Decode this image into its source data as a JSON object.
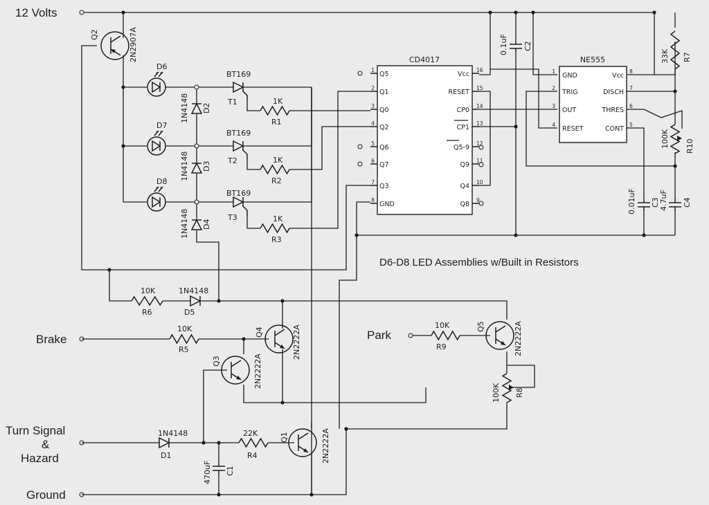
{
  "inputs": {
    "v12": "12 Volts",
    "brake": "Brake",
    "turn": [
      "Turn Signal",
      "&",
      "Hazard"
    ],
    "ground": "Ground",
    "park": "Park"
  },
  "note": "D6-D8 LED Assemblies w/Built in Resistors",
  "cd4017": {
    "name": "CD4017",
    "left_pins": [
      {
        "num": "1",
        "name": "Q5"
      },
      {
        "num": "2",
        "name": "Q1"
      },
      {
        "num": "3",
        "name": "Q0"
      },
      {
        "num": "4",
        "name": "Q2"
      },
      {
        "num": "5",
        "name": "Q6"
      },
      {
        "num": "6",
        "name": "Q7"
      },
      {
        "num": "7",
        "name": "Q3"
      },
      {
        "num": "8",
        "name": "GND"
      }
    ],
    "right_pins": [
      {
        "num": "16",
        "name": "Vcc"
      },
      {
        "num": "15",
        "name": "RESET"
      },
      {
        "num": "14",
        "name": "CP0"
      },
      {
        "num": "13",
        "name": "CP1"
      },
      {
        "num": "12",
        "name": "Q5-9"
      },
      {
        "num": "11",
        "name": "Q9"
      },
      {
        "num": "10",
        "name": "Q4"
      },
      {
        "num": "9",
        "name": "Q8"
      }
    ]
  },
  "ne555": {
    "name": "NE555",
    "left_pins": [
      {
        "num": "1",
        "name": "GND"
      },
      {
        "num": "2",
        "name": "TRIG"
      },
      {
        "num": "3",
        "name": "OUT"
      },
      {
        "num": "4",
        "name": "RESET"
      }
    ],
    "right_pins": [
      {
        "num": "8",
        "name": "Vcc"
      },
      {
        "num": "7",
        "name": "DISCH"
      },
      {
        "num": "6",
        "name": "THRES"
      },
      {
        "num": "5",
        "name": "CONT"
      }
    ]
  },
  "components": {
    "q2": {
      "ref": "Q2",
      "val": "2N2907A"
    },
    "q1": {
      "ref": "Q1",
      "val": "2N2222A"
    },
    "q3": {
      "ref": "Q3",
      "val": "2N2222A"
    },
    "q4": {
      "ref": "Q4",
      "val": "2N2222A"
    },
    "q5": {
      "ref": "Q5",
      "val": "2N2222A"
    },
    "d1": {
      "ref": "D1",
      "val": "1N4148"
    },
    "d2": {
      "ref": "D2",
      "val": "1N4148"
    },
    "d3": {
      "ref": "D3",
      "val": "1N4148"
    },
    "d4": {
      "ref": "D4",
      "val": "1N4148"
    },
    "d5": {
      "ref": "D5",
      "val": "1N4148"
    },
    "d6": {
      "ref": "D6"
    },
    "d7": {
      "ref": "D7"
    },
    "d8": {
      "ref": "D8"
    },
    "t1": {
      "ref": "T1",
      "val": "BT169"
    },
    "t2": {
      "ref": "T2",
      "val": "BT169"
    },
    "t3": {
      "ref": "T3",
      "val": "BT169"
    },
    "r1": {
      "ref": "R1",
      "val": "1K"
    },
    "r2": {
      "ref": "R2",
      "val": "1K"
    },
    "r3": {
      "ref": "R3",
      "val": "1K"
    },
    "r4": {
      "ref": "R4",
      "val": "22K"
    },
    "r5": {
      "ref": "R5",
      "val": "10K"
    },
    "r6": {
      "ref": "R6",
      "val": "10K"
    },
    "r7": {
      "ref": "R7",
      "val": "33K"
    },
    "r8": {
      "ref": "R8",
      "val": "100K"
    },
    "r9": {
      "ref": "R9",
      "val": "10K"
    },
    "r10": {
      "ref": "R10",
      "val": "100K"
    },
    "c1": {
      "ref": "C1",
      "val": "470uF"
    },
    "c2": {
      "ref": "C2",
      "val": "0.1uF"
    },
    "c3": {
      "ref": "C3",
      "val": "0.01uF"
    },
    "c4": {
      "ref": "C4",
      "val": "4.7uF"
    }
  }
}
